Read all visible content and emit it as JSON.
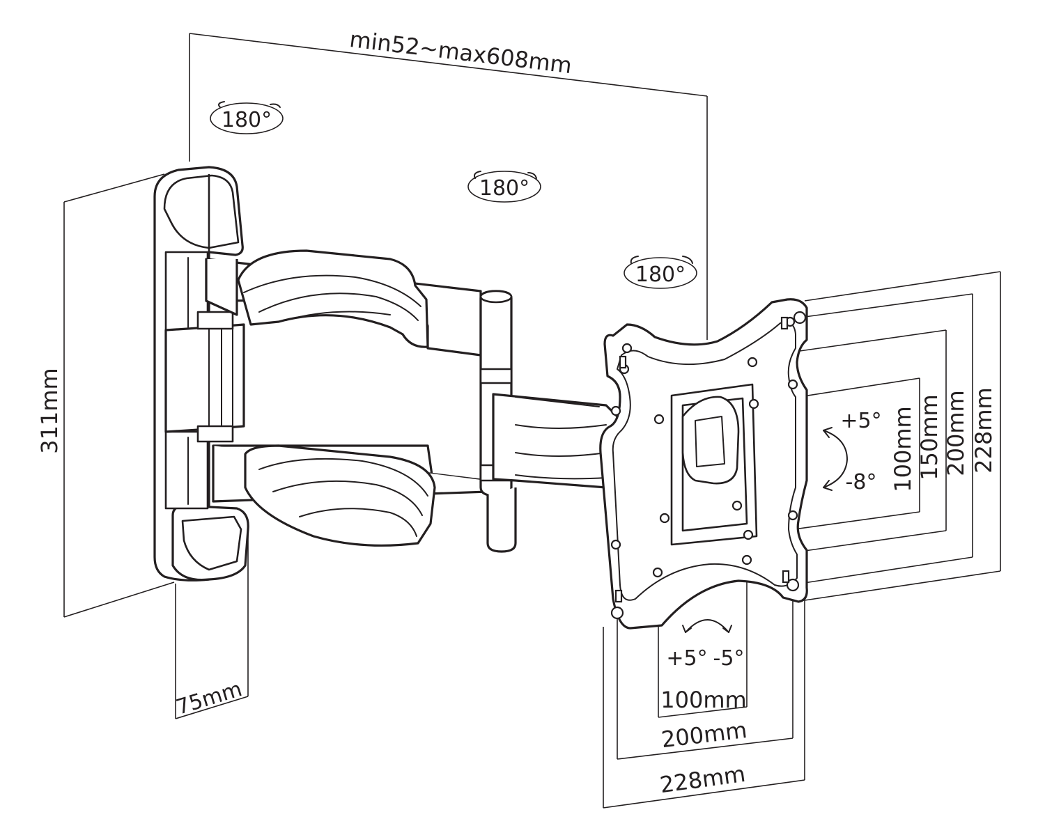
{
  "dimensions": {
    "extension": "min52~max608mm",
    "height": "311mm",
    "depth": "75mm",
    "vesa_v_100": "100mm",
    "vesa_v_150": "150mm",
    "vesa_v_200": "200mm",
    "vesa_v_228": "228mm",
    "vesa_h_100": "100mm",
    "vesa_h_200": "200mm",
    "vesa_h_228": "228mm"
  },
  "rotations": {
    "wall_pivot": "180°",
    "middle_pivot": "180°",
    "head_pivot": "180°",
    "tilt_up": "+5°",
    "tilt_down": "-8°",
    "swivel_plus": "+5°",
    "swivel_minus": "-5°"
  },
  "colors": {
    "line": "#231f20",
    "background": "#ffffff"
  }
}
